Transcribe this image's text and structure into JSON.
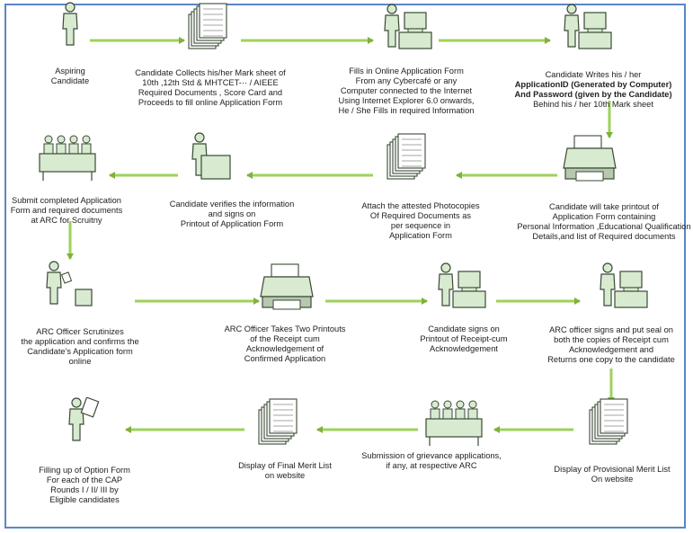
{
  "colors": {
    "arrow": "#9ed25a",
    "arrow_stroke": "#7fb13c",
    "figure": "#d8ead0",
    "figure_stroke": "#3a4a35",
    "border": "#5b86c5"
  },
  "steps": [
    {
      "id": "s1",
      "icon": "person-icon",
      "lines": [
        "Aspiring",
        "Candidate"
      ]
    },
    {
      "id": "s2",
      "icon": "documents-icon",
      "lines": [
        "Candidate Collects his/her Mark sheet of",
        "10th ,12th Std & MHTCET-·· / AIEEE",
        "Required Documents , Score Card and",
        "Proceeds to fill online Application Form"
      ]
    },
    {
      "id": "s3",
      "icon": "computer-user-icon",
      "lines": [
        "Fills in Online Application Form",
        "From any Cybercafé or any",
        "Computer connected to the Internet",
        "Using Internet Explorer 6.0 onwards,",
        "He / She Fills in required Information"
      ]
    },
    {
      "id": "s4",
      "icon": "computer-user-icon",
      "lines": [
        "Candidate Writes his / her",
        "ApplicationID (Generated by Computer)",
        "And Password (given by the Candidate)",
        "Behind his / her 10th Mark sheet"
      ]
    },
    {
      "id": "s5",
      "icon": "printer-icon",
      "lines": [
        "Candidate will take printout of",
        "Application Form containing",
        "Personal Information ,Educational Qualification",
        "Details,and list of Required documents"
      ]
    },
    {
      "id": "s6",
      "icon": "documents-icon",
      "lines": [
        "Attach the attested Photocopies",
        "Of Required Documents as",
        "per sequence in",
        "Application Form"
      ]
    },
    {
      "id": "s7",
      "icon": "desk-person-icon",
      "lines": [
        "Candidate verifies the information",
        "and signs on",
        "Printout of Application Form"
      ]
    },
    {
      "id": "s8",
      "icon": "meeting-icon",
      "lines": [
        "Submit completed Application",
        "Form and required documents",
        "at ARC for Scruitny"
      ]
    },
    {
      "id": "s9",
      "icon": "officer-scrutiny-icon",
      "lines": [
        "ARC Officer Scrutinizes",
        "the application and confirms the",
        "Candidate's Application form",
        "online"
      ]
    },
    {
      "id": "s10",
      "icon": "printer-icon",
      "lines": [
        "ARC Officer Takes Two Printouts",
        "of the Receipt cum",
        "Acknowledgement of",
        "Confirmed Application"
      ]
    },
    {
      "id": "s11",
      "icon": "computer-user-icon",
      "lines": [
        "Candidate signs on",
        "Printout of Receipt-cum",
        "Acknowledgement"
      ]
    },
    {
      "id": "s12",
      "icon": "computer-user-icon",
      "lines": [
        "ARC officer signs and put seal on",
        "both the copies of Receipt cum",
        "Acknowledgement and",
        "Returns one copy to the candidate"
      ]
    },
    {
      "id": "s13",
      "icon": "documents-icon",
      "lines": [
        "Display of Provisional Merit List",
        "On website"
      ]
    },
    {
      "id": "s14",
      "icon": "meeting-icon",
      "lines": [
        "Submission of grievance applications,",
        "if any, at respective ARC"
      ]
    },
    {
      "id": "s15",
      "icon": "documents-icon",
      "lines": [
        "Display of Final Merit List",
        "on website"
      ]
    },
    {
      "id": "s16",
      "icon": "person-form-icon",
      "lines": [
        "Filling up of Option Form",
        "For each of the CAP",
        "Rounds I / II/ III by",
        "Eligible candidates"
      ]
    }
  ]
}
